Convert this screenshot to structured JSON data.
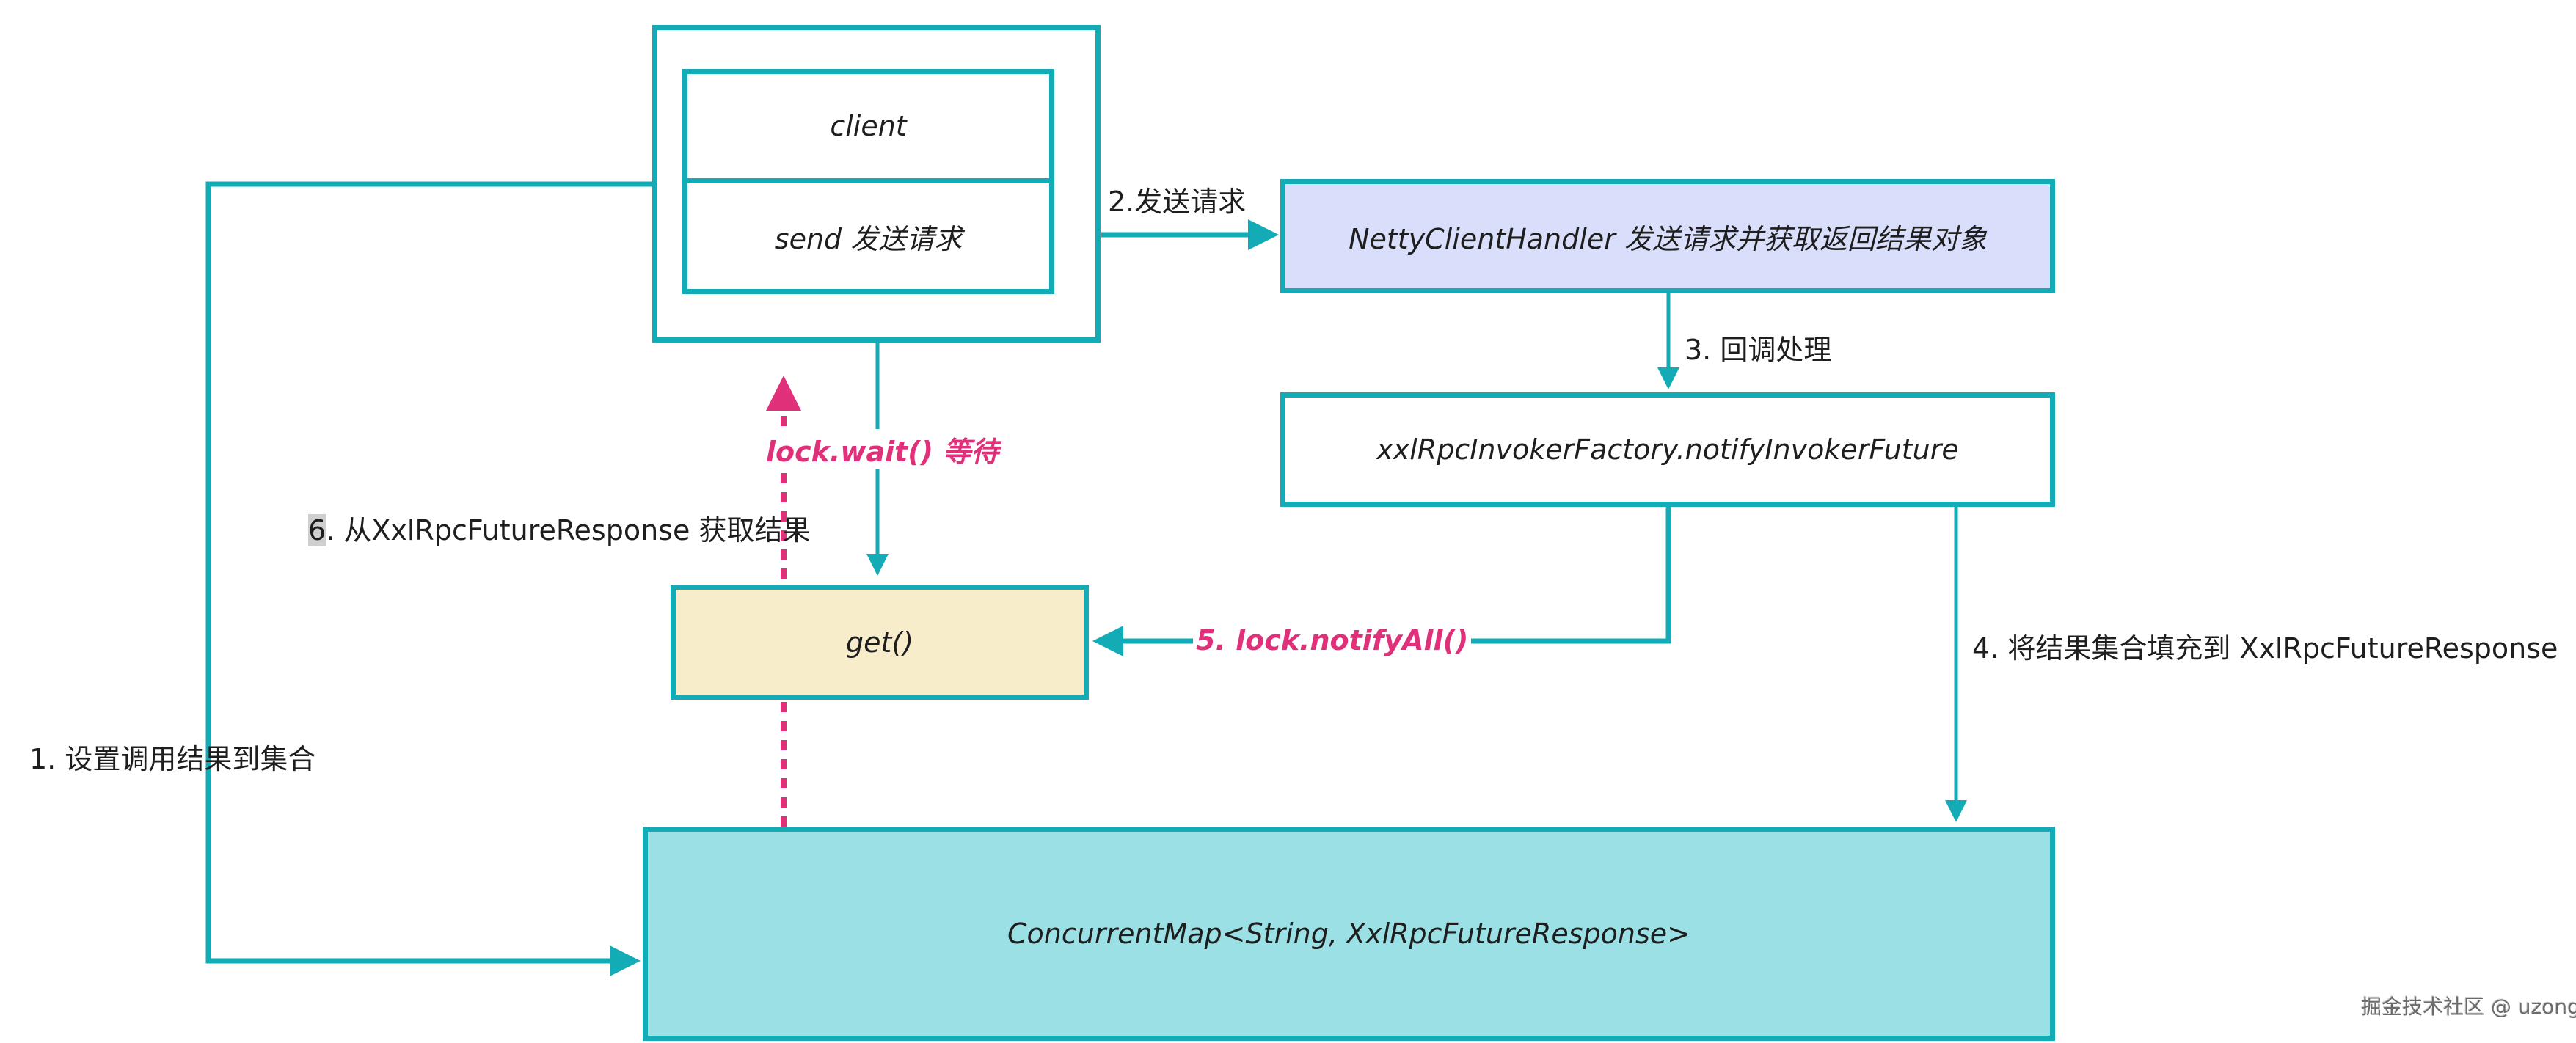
{
  "diagram": {
    "colors": {
      "stroke": "#12abb6",
      "accent_pink": "#e0307a",
      "netty_fill": "#d9defb",
      "get_fill": "#f8edcb",
      "map_fill": "#9be0e4"
    },
    "nodes": {
      "client": "client",
      "send": "send 发送请求",
      "netty_handler": "NettyClientHandler 发送请求并获取返回结果对象",
      "invoker_factory": "xxlRpcInvokerFactory.notifyInvokerFuture",
      "get": "get()",
      "concurrent_map": "ConcurrentMap<String, XxlRpcFutureResponse>"
    },
    "edges": {
      "step1": "1. 设置调用结果到集合",
      "step2": "2.发送请求",
      "step3": "3. 回调处理",
      "step4": "4. 将结果集合填充到 XxlRpcFutureResponse",
      "step5": "5. lock.notifyAll()",
      "step6_num": "6",
      "step6_rest": ". 从XxlRpcFutureResponse 获取结果",
      "wait": "lock.wait() 等待"
    },
    "watermark": "掘金技术社区 @ uzong"
  }
}
